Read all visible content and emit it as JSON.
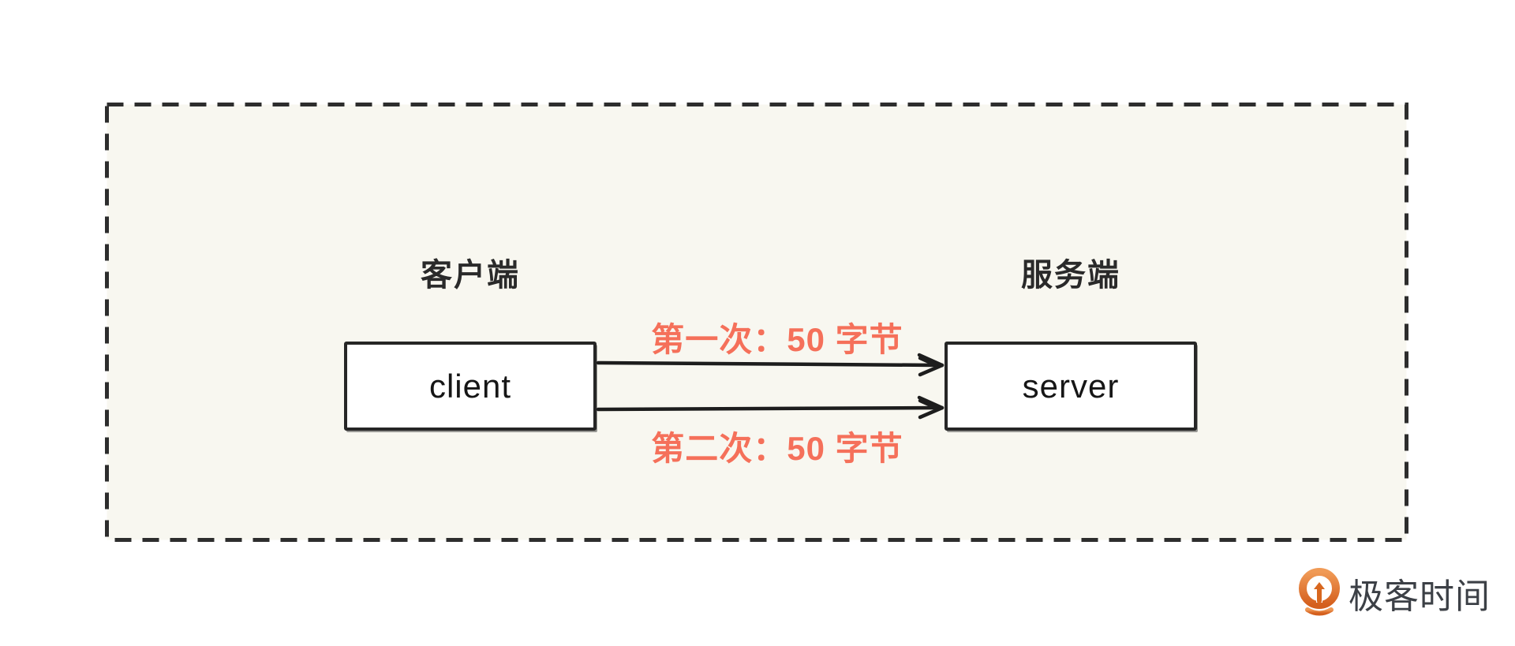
{
  "colors": {
    "page_bg": "#ffffff",
    "panel_bg": "#f8f7f0",
    "panel_dash": "#2d2d2d",
    "box_border": "#262626",
    "arrow_stroke": "#1d1d1d",
    "accent_label": "#f5705a",
    "brand_orange": "#dd7231",
    "brand_text": "#3c4046"
  },
  "diagram": {
    "client": {
      "group_label": "客户端",
      "box_label": "client"
    },
    "server": {
      "group_label": "服务端",
      "box_label": "server"
    },
    "arrows": [
      {
        "id": "first",
        "label": "第一次：50 字节",
        "label_position": "above-arrow"
      },
      {
        "id": "second",
        "label": "第二次：50 字节",
        "label_position": "below-arrow"
      }
    ]
  },
  "footer": {
    "brand_name": "极客时间",
    "brand_icon": "geektime-logo-icon"
  }
}
